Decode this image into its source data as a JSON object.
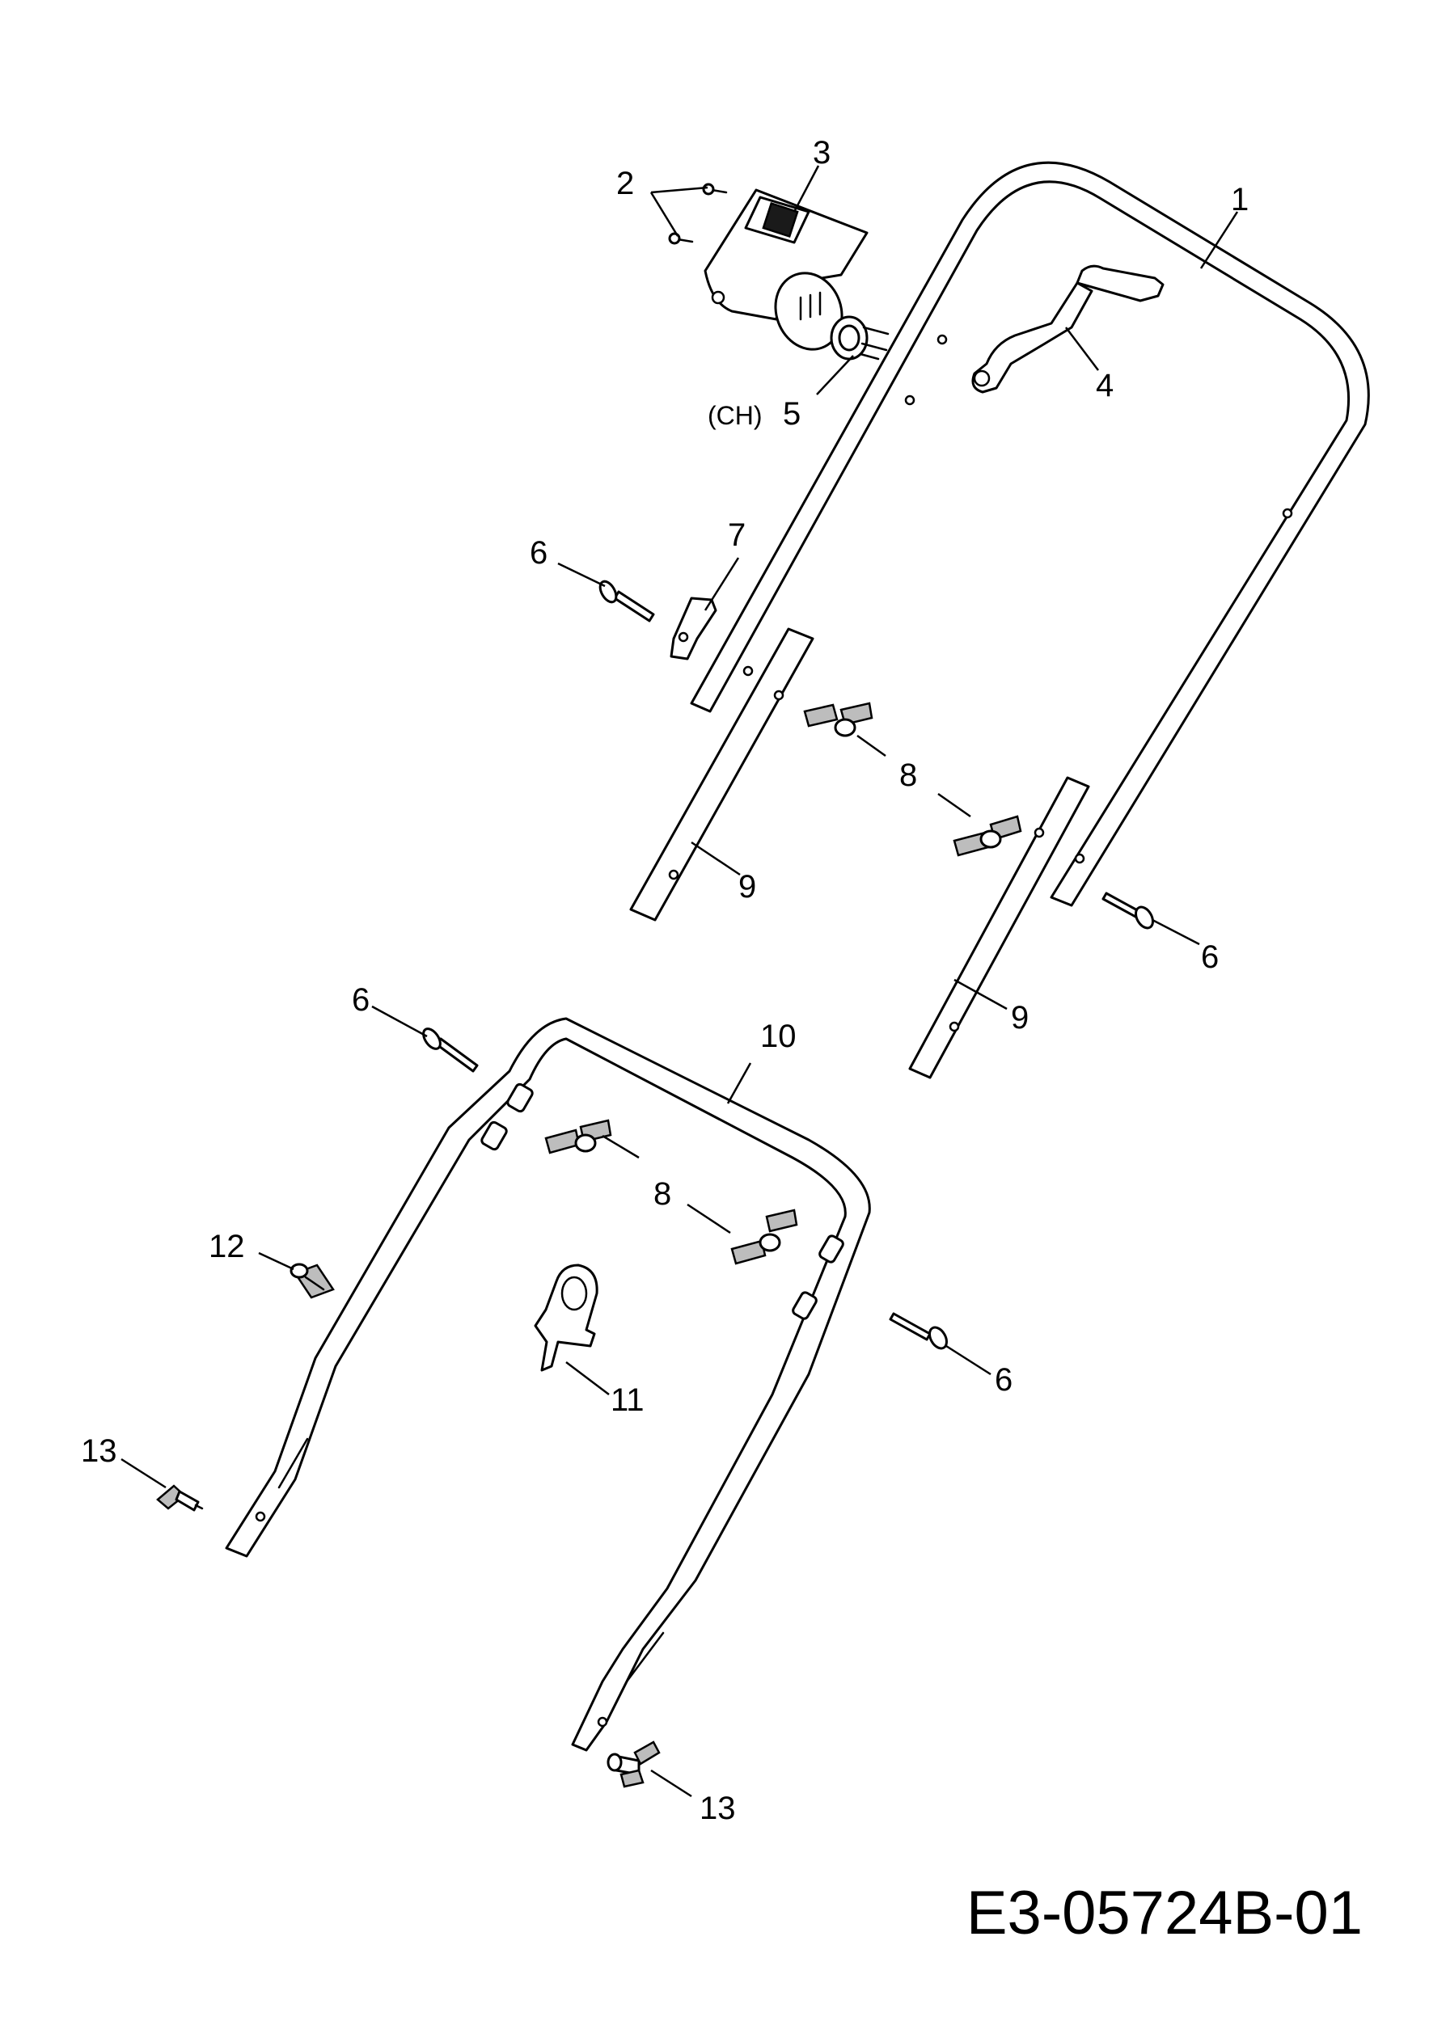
{
  "diagram": {
    "drawing_number": "E3-05724B-01",
    "variant_note": "(CH)",
    "callouts": [
      {
        "id": "c1",
        "label": "1"
      },
      {
        "id": "c2",
        "label": "2"
      },
      {
        "id": "c3",
        "label": "3"
      },
      {
        "id": "c4",
        "label": "4"
      },
      {
        "id": "c5",
        "label": "5"
      },
      {
        "id": "c6a",
        "label": "6"
      },
      {
        "id": "c7",
        "label": "7"
      },
      {
        "id": "c8a",
        "label": "8"
      },
      {
        "id": "c9a",
        "label": "9"
      },
      {
        "id": "c6b",
        "label": "6"
      },
      {
        "id": "c9b",
        "label": "9"
      },
      {
        "id": "c6c",
        "label": "6"
      },
      {
        "id": "c10",
        "label": "10"
      },
      {
        "id": "c8b",
        "label": "8"
      },
      {
        "id": "c12",
        "label": "12"
      },
      {
        "id": "c6d",
        "label": "6"
      },
      {
        "id": "c11",
        "label": "11"
      },
      {
        "id": "c13a",
        "label": "13"
      },
      {
        "id": "c13b",
        "label": "13"
      }
    ]
  }
}
